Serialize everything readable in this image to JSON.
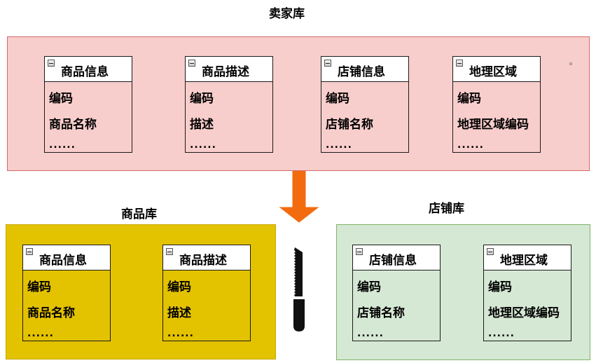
{
  "seller_db": {
    "title": "卖家库",
    "fill": "#f8cecc",
    "border": "#d46a6a",
    "tables": [
      {
        "name": "商品信息",
        "fields": [
          "编码",
          "商品名称",
          "......"
        ]
      },
      {
        "name": "商品描述",
        "fields": [
          "编码",
          "描述",
          "......"
        ]
      },
      {
        "name": "店铺信息",
        "fields": [
          "编码",
          "店铺名称",
          "......"
        ]
      },
      {
        "name": "地理区域",
        "fields": [
          "编码",
          "地理区域编码",
          "......"
        ]
      }
    ]
  },
  "product_db": {
    "title": "商品库",
    "fill": "#e3c200",
    "border": "#c9a800",
    "tables": [
      {
        "name": "商品信息",
        "fields": [
          "编码",
          "商品名称",
          "......"
        ]
      },
      {
        "name": "商品描述",
        "fields": [
          "编码",
          "描述",
          "......"
        ]
      }
    ]
  },
  "store_db": {
    "title": "店铺库",
    "fill": "#d5e8d4",
    "border": "#82b366",
    "tables": [
      {
        "name": "店铺信息",
        "fields": [
          "编码",
          "店铺名称",
          "......"
        ]
      },
      {
        "name": "地理区域",
        "fields": [
          "编码",
          "地理区域编码",
          "......"
        ]
      }
    ]
  },
  "icons": {
    "split_arrow": "down-arrow-icon",
    "split_knife": "knife-icon",
    "arrow_color": "#f26b0f",
    "knife_color": "#111111"
  }
}
